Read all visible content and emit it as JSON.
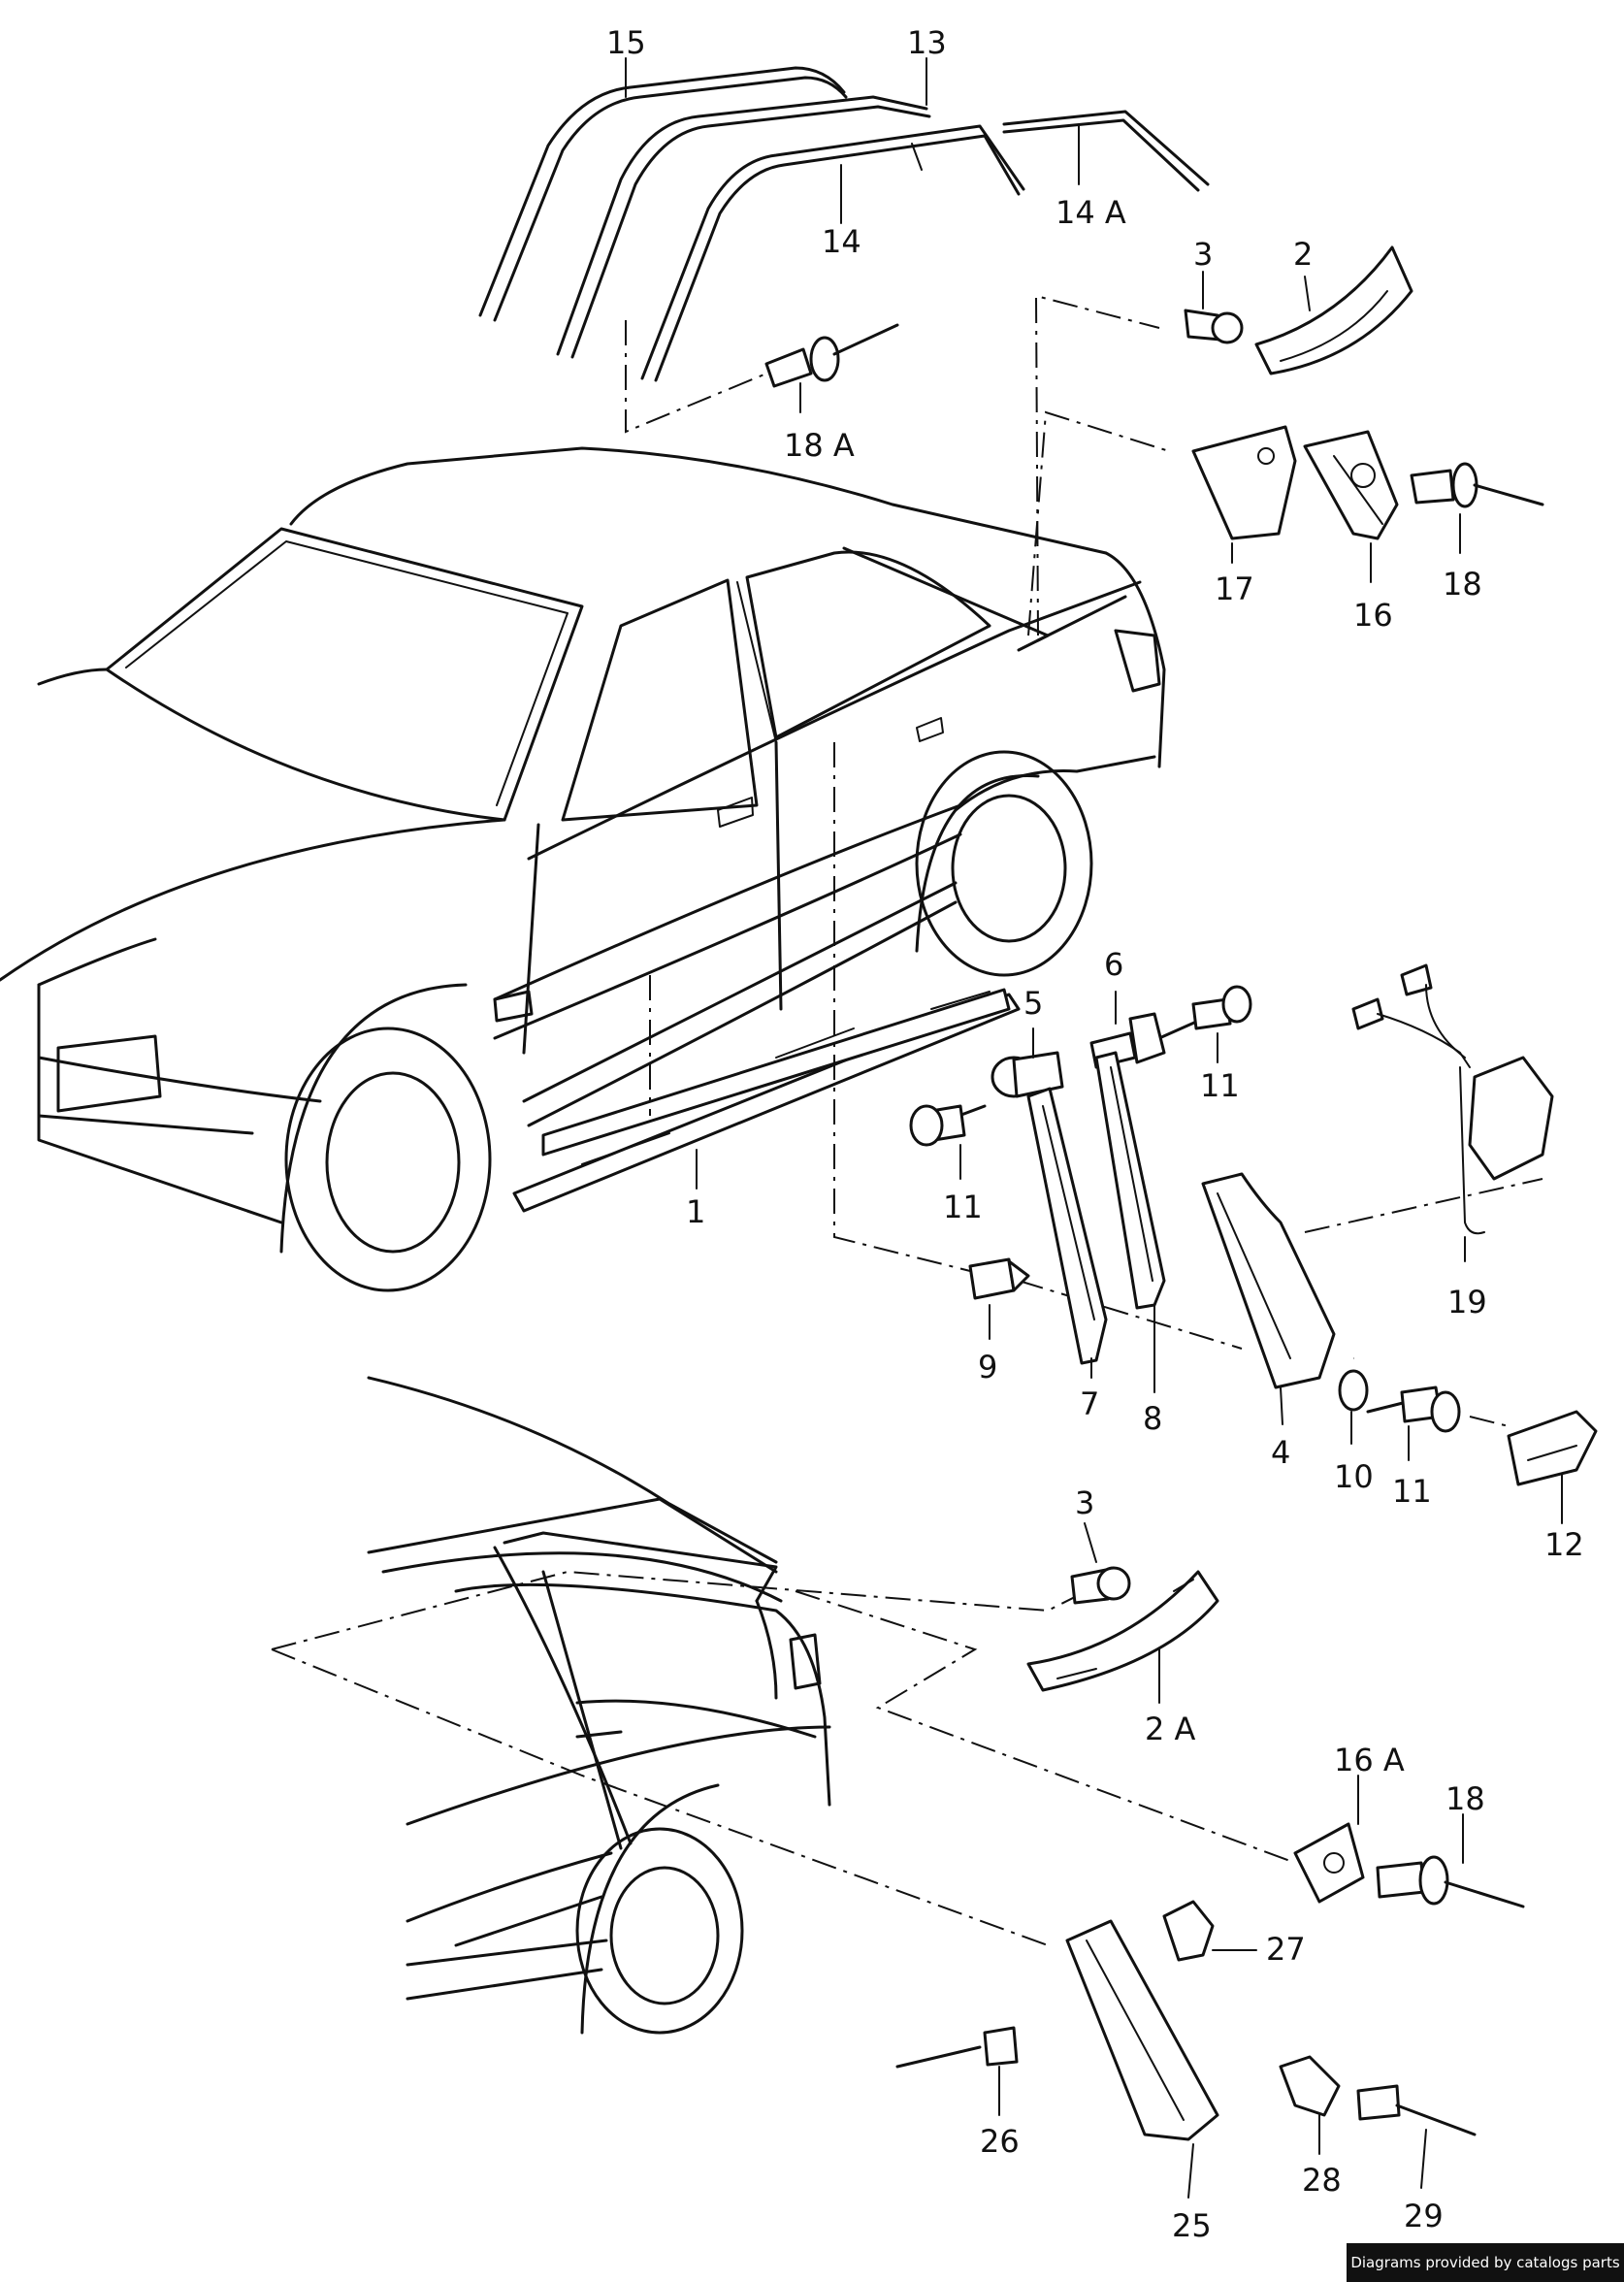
{
  "labels": {
    "l15": "15",
    "l13": "13",
    "l14": "14",
    "l14a": "14 A",
    "l3a": "3",
    "l2": "2",
    "l18a": "18 A",
    "l17": "17",
    "l16": "16",
    "l18a2": "18",
    "l6": "6",
    "l5": "5",
    "l11a": "11",
    "l11b": "11",
    "l1": "1",
    "l9": "9",
    "l7": "7",
    "l8": "8",
    "l4": "4",
    "l10": "10",
    "l11c": "11",
    "l12": "12",
    "l19": "19",
    "l3b": "3",
    "l2a": "2 A",
    "l16a": "16 A",
    "l18b": "18",
    "l27": "27",
    "l26": "26",
    "l28": "28",
    "l29": "29",
    "l25": "25"
  },
  "footer": {
    "text": "Diagrams provided by catalogs parts"
  }
}
